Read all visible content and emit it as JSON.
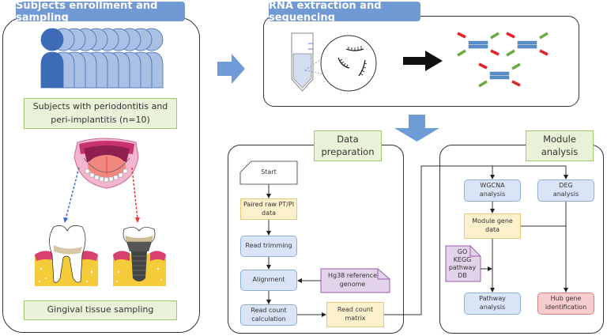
{
  "panels": {
    "enrollment": {
      "title": "Subjects enrollment and sampling",
      "subjects_label": "Subjects with periodontitis and peri-implantitis (n=10)",
      "subjects_line1": "Subjects with periodontitis and",
      "subjects_line2": "peri-implantitis (n=10)",
      "sampling_label": "Gingival tissue sampling",
      "subject_count": 10
    },
    "rna": {
      "title": "RNA extraction and sequencing"
    },
    "data_preparation": {
      "title_line1": "Data",
      "title_line2": "preparation",
      "nodes": {
        "start": "Start",
        "paired_raw_1": "Paired raw PT/PI",
        "paired_raw_2": "data",
        "read_trimming": "Read trimming",
        "alignment": "Alignment",
        "hg38_1": "Hg38 reference",
        "hg38_2": "genome",
        "read_count_calc_1": "Read count",
        "read_count_calc_2": "calculation",
        "read_count_matrix_1": "Read count",
        "read_count_matrix_2": "matrix"
      }
    },
    "module_analysis": {
      "title_line1": "Module",
      "title_line2": "analysis",
      "nodes": {
        "wgcna_1": "WGCNA",
        "wgcna_2": "analysis",
        "deg_1": "DEG",
        "deg_2": "analysis",
        "module_gene_1": "Module gene",
        "module_gene_2": "data",
        "go_1": "GO",
        "go_2": "KEGG",
        "go_3": "pathway",
        "go_4": "DB",
        "pathway_1": "Pathway",
        "pathway_2": "analysis",
        "hub_1": "Hub gene",
        "hub_2": "identification"
      }
    }
  },
  "colors": {
    "tab_blue": "#7199d3",
    "arrow_blue": "#6f9bd6",
    "green_fill": "#e8f2d8",
    "green_border": "#9ccb6a",
    "node_blue": "#d9e5f7",
    "node_yellow": "#fdf0cc",
    "node_purple": "#e3d3ea",
    "node_red": "#f6cccf",
    "person_dark": "#3e6bb5",
    "person_light": "#a9bfe3"
  }
}
